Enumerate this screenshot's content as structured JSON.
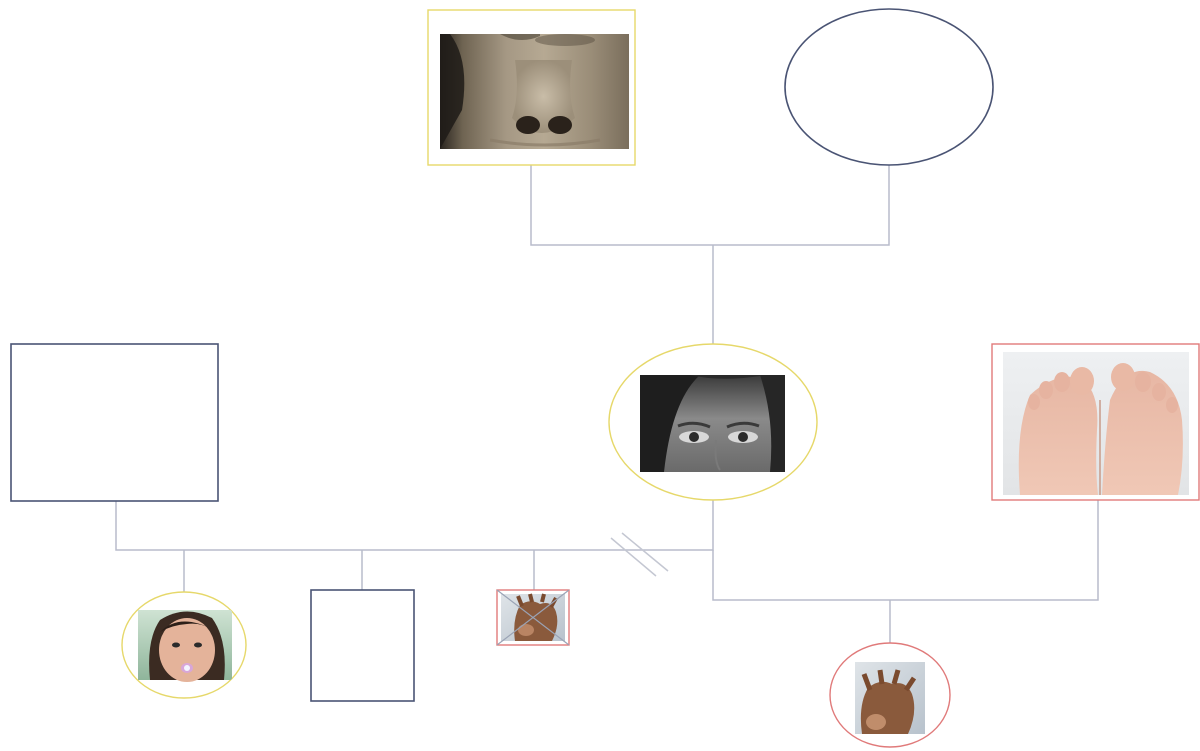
{
  "diagram": {
    "kind": "pedigree",
    "colors": {
      "line": "#b8bccb",
      "plain_border": "#4a5474",
      "yellow_border": "#e6d86a",
      "red_border": "#e07a7a"
    },
    "individuals": [
      {
        "id": "grandfather",
        "shape": "square",
        "photo": "nose-closeup-photo",
        "border": "yellow"
      },
      {
        "id": "grandmother",
        "shape": "circle",
        "photo": null,
        "border": "plain"
      },
      {
        "id": "first-partner",
        "shape": "square",
        "photo": null,
        "border": "plain"
      },
      {
        "id": "mother",
        "shape": "circle",
        "photo": "eyes-closeup-photo",
        "border": "yellow"
      },
      {
        "id": "second-partner",
        "shape": "square",
        "photo": "feet-photo",
        "border": "red"
      },
      {
        "id": "child-1",
        "shape": "circle",
        "photo": "girl-face-photo",
        "border": "yellow"
      },
      {
        "id": "child-2",
        "shape": "square",
        "photo": null,
        "border": "plain"
      },
      {
        "id": "child-3",
        "shape": "square",
        "photo": "hand-photo",
        "border": "red"
      },
      {
        "id": "child-4",
        "shape": "circle",
        "photo": "hand-photo",
        "border": "red"
      }
    ],
    "relationships": [
      {
        "type": "couple",
        "members": [
          "grandfather",
          "grandmother"
        ],
        "children": [
          "mother"
        ]
      },
      {
        "type": "separated-couple",
        "members": [
          "first-partner",
          "mother"
        ],
        "children": [
          "child-1",
          "child-2",
          "child-3"
        ]
      },
      {
        "type": "couple",
        "members": [
          "mother",
          "second-partner"
        ],
        "children": [
          "child-4"
        ]
      }
    ]
  }
}
